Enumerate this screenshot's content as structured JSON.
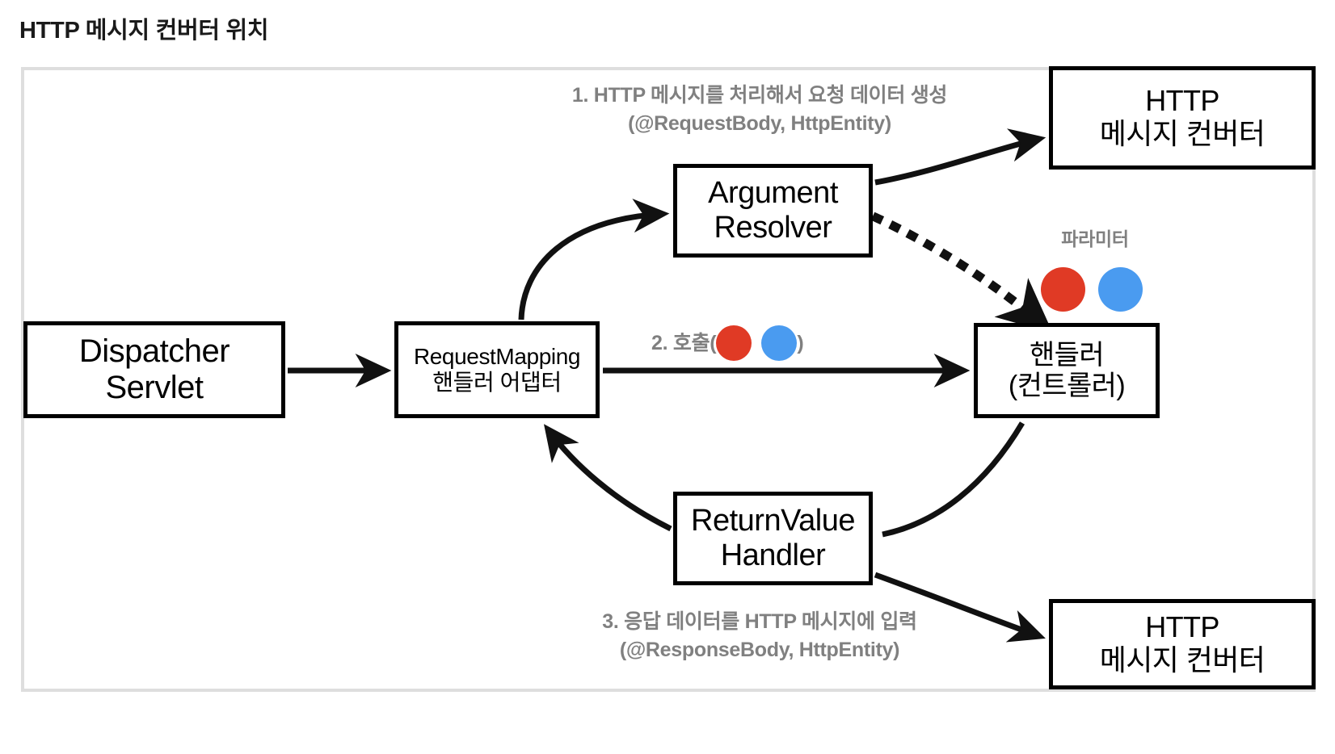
{
  "page": {
    "title": "HTTP 메시지 컨버터 위치"
  },
  "diagram": {
    "type": "flow",
    "nodes": [
      {
        "id": "dispatcher-servlet",
        "lines": [
          "Dispatcher",
          "Servlet"
        ]
      },
      {
        "id": "request-mapping-handler-adapter",
        "lines": [
          "RequestMapping",
          "핸들러 어댑터"
        ]
      },
      {
        "id": "argument-resolver",
        "lines": [
          "Argument",
          "Resolver"
        ]
      },
      {
        "id": "return-value-handler",
        "lines": [
          "ReturnValue",
          "Handler"
        ]
      },
      {
        "id": "handler-controller",
        "lines": [
          "핸들러",
          "(컨트롤러)"
        ]
      },
      {
        "id": "http-message-converter-top",
        "lines": [
          "HTTP",
          "메시지 컨버터"
        ]
      },
      {
        "id": "http-message-converter-bottom",
        "lines": [
          "HTTP",
          "메시지 컨버터"
        ]
      }
    ],
    "annotations": {
      "step1": {
        "line1": "1. HTTP 메시지를 처리해서 요청 데이터 생성",
        "line2": "(@RequestBody, HttpEntity)"
      },
      "step2": {
        "prefix": "2. 호출(",
        "suffix": ")"
      },
      "step3": {
        "line1": "3. 응답 데이터를 HTTP 메시지에 입력",
        "line2": "(@ResponseBody, HttpEntity)"
      },
      "parameter_label": "파라미터"
    },
    "colors": {
      "annotation_text": "#808080",
      "node_border": "#000000",
      "frame_border": "#dedede",
      "dot_red": "#e03a25",
      "dot_blue": "#4a9bf0",
      "background": "#ffffff"
    },
    "edges": [
      {
        "from": "dispatcher-servlet",
        "to": "request-mapping-handler-adapter",
        "style": "solid"
      },
      {
        "from": "request-mapping-handler-adapter",
        "to": "argument-resolver",
        "style": "solid-curved"
      },
      {
        "from": "argument-resolver",
        "to": "http-message-converter-top",
        "style": "solid"
      },
      {
        "from": "argument-resolver",
        "to": "handler-controller",
        "style": "dotted"
      },
      {
        "from": "request-mapping-handler-adapter",
        "to": "handler-controller",
        "style": "solid"
      },
      {
        "from": "handler-controller",
        "to": "return-value-handler",
        "style": "solid-curved"
      },
      {
        "from": "return-value-handler",
        "to": "request-mapping-handler-adapter",
        "style": "solid-curved"
      },
      {
        "from": "return-value-handler",
        "to": "http-message-converter-bottom",
        "style": "solid"
      }
    ]
  }
}
